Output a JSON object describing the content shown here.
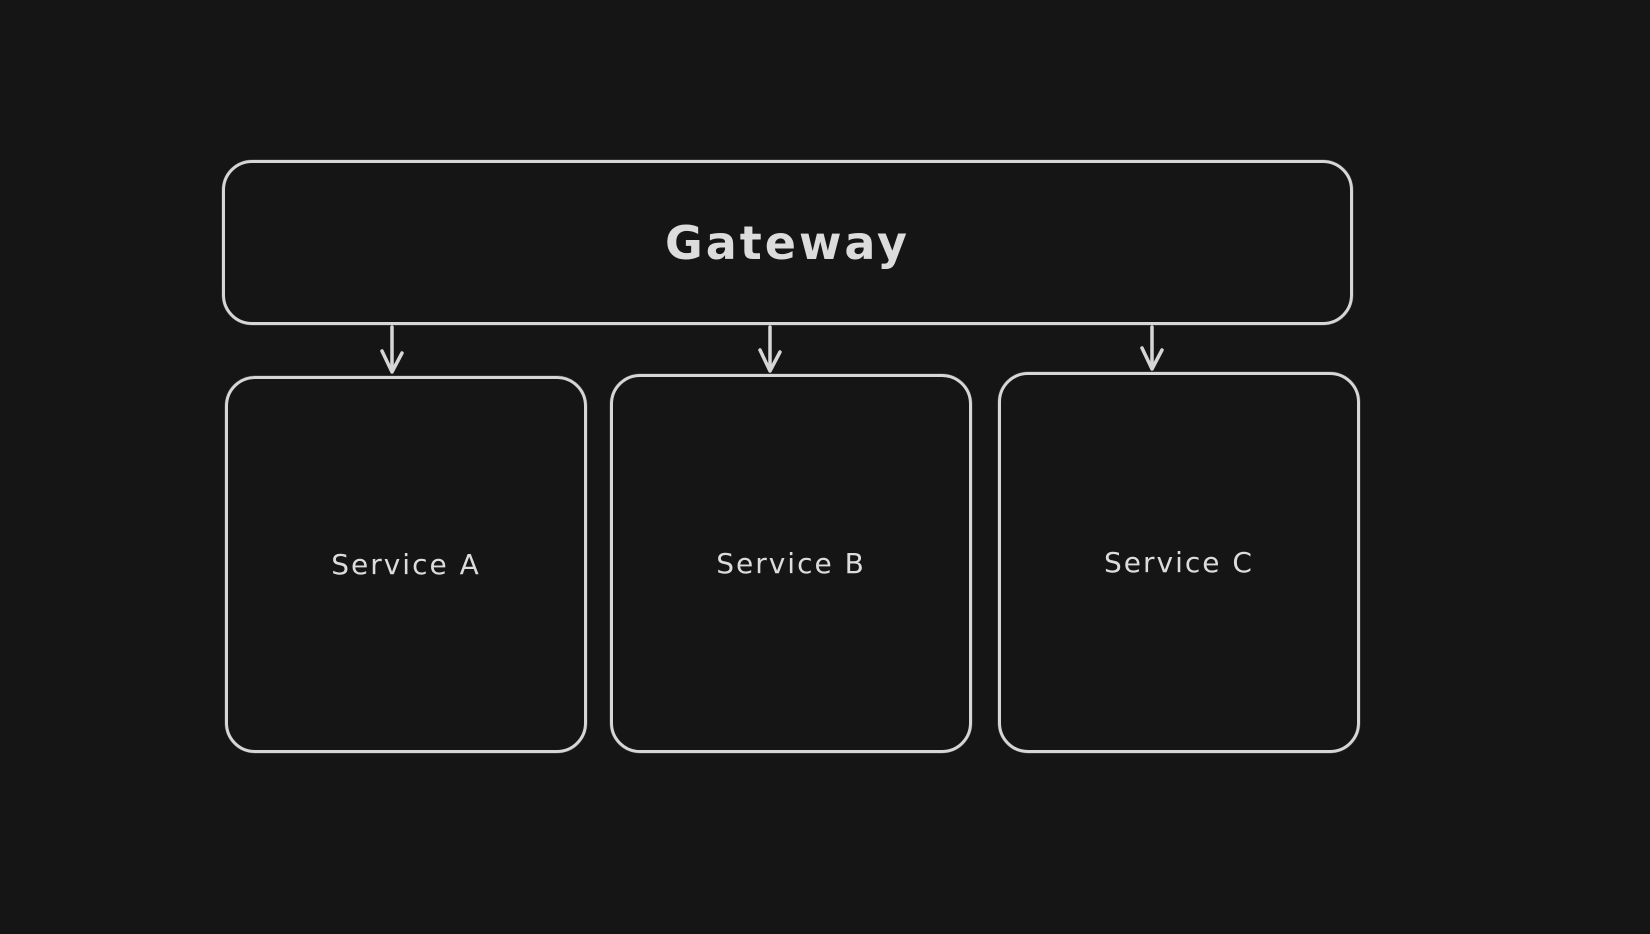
{
  "colors": {
    "background": "#151515",
    "stroke": "#d6d6d6",
    "text": "#dcdcdc"
  },
  "gateway": {
    "label": "Gateway"
  },
  "services": [
    {
      "label": "Service A"
    },
    {
      "label": "Service B"
    },
    {
      "label": "Service C"
    }
  ],
  "connections": [
    {
      "from": "Gateway",
      "to": "Service A"
    },
    {
      "from": "Gateway",
      "to": "Service B"
    },
    {
      "from": "Gateway",
      "to": "Service C"
    }
  ]
}
